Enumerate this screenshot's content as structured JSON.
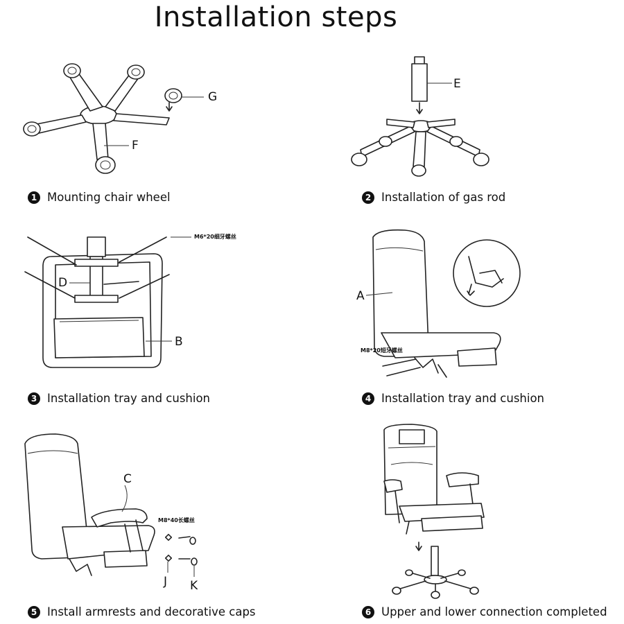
{
  "title": "Installation steps",
  "steps": [
    {
      "number": "1",
      "caption": "Mounting chair wheel",
      "labels": {
        "g": "G",
        "f": "F"
      }
    },
    {
      "number": "2",
      "caption": "Installation of gas rod",
      "labels": {
        "e": "E"
      }
    },
    {
      "number": "3",
      "caption": "Installation tray and cushion",
      "labels": {
        "d": "D",
        "b": "B",
        "screw": "M6*20细牙螺丝"
      }
    },
    {
      "number": "4",
      "caption": "Installation tray and cushion",
      "labels": {
        "a": "A",
        "screw": "M8*20短牙螺丝"
      }
    },
    {
      "number": "5",
      "caption": "Install armrests and decorative caps",
      "labels": {
        "c": "C",
        "j": "J",
        "k": "K",
        "screw": "M8*40长螺丝"
      }
    },
    {
      "number": "6",
      "caption": "Upper and lower connection completed",
      "labels": {}
    }
  ],
  "icons": [
    "wheel-base-icon",
    "gas-rod-icon",
    "seat-tray-icon",
    "chair-back-icon",
    "armrest-icon",
    "assembled-chair-icon"
  ]
}
